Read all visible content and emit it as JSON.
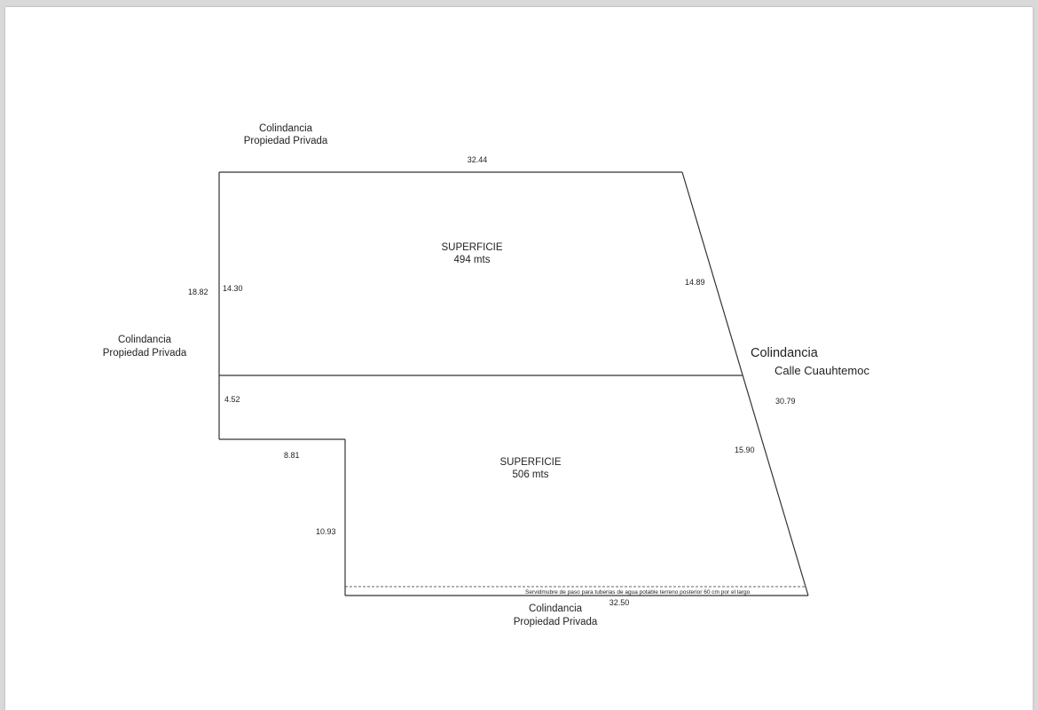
{
  "boundaries": {
    "north": [
      "Colindancia",
      "Propiedad Privada"
    ],
    "west": [
      "Colindancia",
      "Propiedad Privada"
    ],
    "east": [
      "Colindancia",
      "Calle Cuauhtemoc"
    ],
    "south": [
      "Colindancia",
      "Propiedad Privada"
    ]
  },
  "lots": {
    "upper": {
      "title": "SUPERFICIE",
      "area": "494 mts"
    },
    "lower": {
      "title": "SUPERFICIE",
      "area": "506 mts"
    }
  },
  "dimensions": {
    "top": "32.44",
    "west_total": "18.82",
    "west_upper": "14.30",
    "east_upper": "14.89",
    "east_total": "30.79",
    "west_lower": "4.52",
    "notch_width": "8.81",
    "east_lower": "15.90",
    "notch_height": "10.93",
    "bottom": "32.50"
  },
  "easement_note": "Servidmubre de paso para tuberias de agua potable terreno posterior  60 cm por el largo"
}
